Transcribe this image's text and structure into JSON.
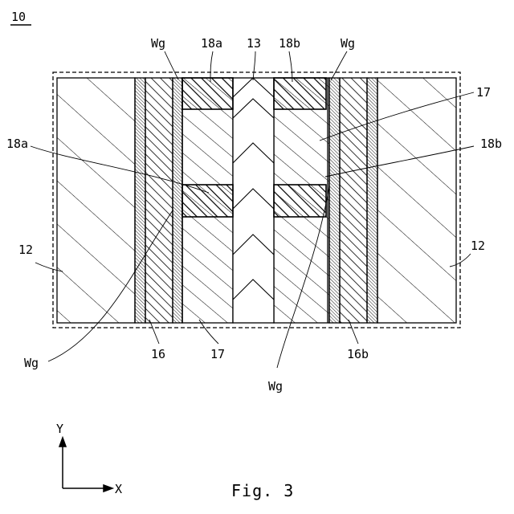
{
  "figure": {
    "ref_number": "10",
    "caption": "Fig. 3",
    "axes": {
      "y_label": "Y",
      "x_label": "X"
    },
    "labels": {
      "wg_top_left": "Wg",
      "l18a_top": "18a",
      "l13": "13",
      "l18b_top": "18b",
      "wg_top_right": "Wg",
      "l17_right": "17",
      "l18a_left": "18a",
      "l18b_right": "18b",
      "l12_left": "12",
      "l12_right": "12",
      "wg_bottom_left": "Wg",
      "l16": "16",
      "l17_bottom": "17",
      "l16b": "16b",
      "wg_bottom_center": "Wg"
    }
  }
}
